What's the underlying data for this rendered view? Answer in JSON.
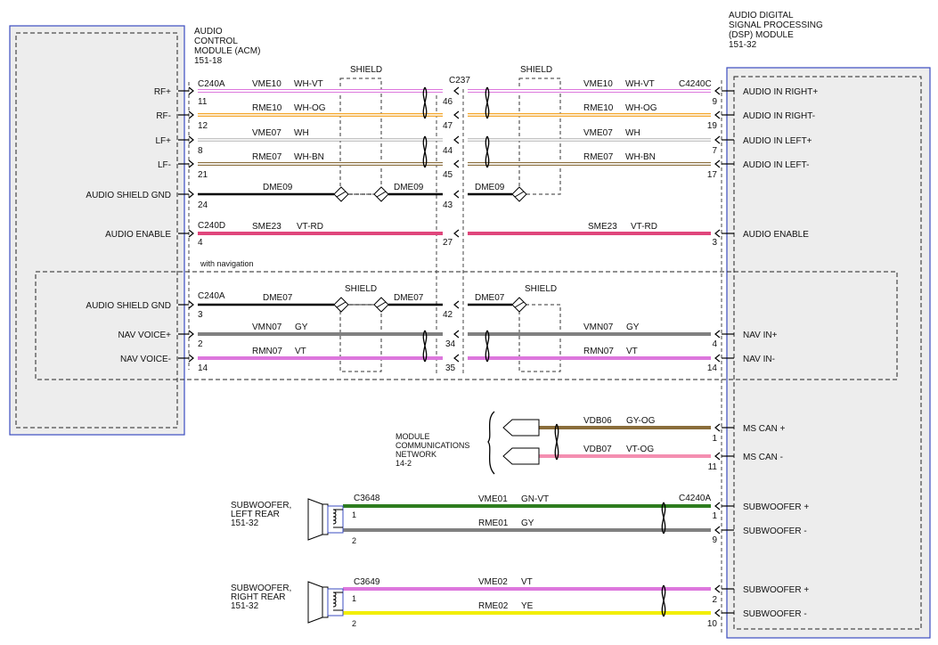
{
  "acm": {
    "title_lines": [
      "AUDIO",
      "CONTROL",
      "MODULE (ACM)",
      "151-18"
    ],
    "pins": {
      "rf_pos": "RF+",
      "rf_neg": "RF-",
      "lf_pos": "LF+",
      "lf_neg": "LF-",
      "shield_gnd": "AUDIO SHIELD GND",
      "enable": "AUDIO ENABLE",
      "shield_gnd_nav": "AUDIO SHIELD GND",
      "nav_pos": "NAV VOICE+",
      "nav_neg": "NAV VOICE-"
    },
    "connectors": {
      "c240a": "C240A",
      "c240d": "C240D",
      "c240a_nav": "C240A"
    },
    "pin_numbers": {
      "rf_pos": "11",
      "rf_neg": "12",
      "lf_pos": "8",
      "lf_neg": "21",
      "shield": "24",
      "enable": "4",
      "shield_nav": "3",
      "nav_pos": "2",
      "nav_neg": "14"
    }
  },
  "dsp": {
    "title_lines": [
      "AUDIO DIGITAL",
      "SIGNAL PROCESSING",
      "(DSP) MODULE",
      "151-32"
    ],
    "pins": {
      "in_right_pos": "AUDIO IN RIGHT+",
      "in_right_neg": "AUDIO IN RIGHT-",
      "in_left_pos": "AUDIO IN LEFT+",
      "in_left_neg": "AUDIO IN LEFT-",
      "enable": "AUDIO ENABLE",
      "nav_pos": "NAV IN+",
      "nav_neg": "NAV IN-",
      "can_pos": "MS CAN +",
      "can_neg": "MS CAN -",
      "sub_l_pos": "SUBWOOFER +",
      "sub_l_neg": "SUBWOOFER -",
      "sub_r_pos": "SUBWOOFER +",
      "sub_r_neg": "SUBWOOFER -"
    },
    "connectors": {
      "c4240c": "C4240C",
      "c4240a": "C4240A"
    },
    "pin_numbers": {
      "in_right_pos": "9",
      "in_right_neg": "19",
      "in_left_pos": "7",
      "in_left_neg": "17",
      "enable": "3",
      "nav_pos": "4",
      "nav_neg": "14",
      "can_pos": "1",
      "can_neg": "11",
      "sub_l_pos": "1",
      "sub_l_neg": "9",
      "sub_r_pos": "2",
      "sub_r_neg": "10"
    }
  },
  "inline": {
    "c237": "C237",
    "pins": {
      "rf_pos": "46",
      "rf_neg": "47",
      "lf_pos": "44",
      "lf_neg": "45",
      "shield": "43",
      "enable": "27",
      "shield_nav": "42",
      "nav_pos": "34",
      "nav_neg": "35"
    }
  },
  "shield_label": "SHIELD",
  "nav_group_label": "with navigation",
  "wires": {
    "rf_pos": {
      "circuit": "VME10",
      "color_code": "WH-VT"
    },
    "rf_neg": {
      "circuit": "RME10",
      "color_code": "WH-OG"
    },
    "lf_pos": {
      "circuit": "VME07",
      "color_code": "WH"
    },
    "lf_neg": {
      "circuit": "RME07",
      "color_code": "WH-BN"
    },
    "shield": {
      "circuit": "DME09"
    },
    "enable": {
      "circuit": "SME23",
      "color_code": "VT-RD"
    },
    "shield_nav": {
      "circuit": "DME07"
    },
    "nav_pos": {
      "circuit": "VMN07",
      "color_code": "GY"
    },
    "nav_neg": {
      "circuit": "RMN07",
      "color_code": "VT"
    },
    "can_pos": {
      "circuit": "VDB06",
      "color_code": "GY-OG"
    },
    "can_neg": {
      "circuit": "VDB07",
      "color_code": "VT-OG"
    },
    "sub_l_pos": {
      "circuit": "VME01",
      "color_code": "GN-VT"
    },
    "sub_l_neg": {
      "circuit": "RME01",
      "color_code": "GY"
    },
    "sub_r_pos": {
      "circuit": "VME02",
      "color_code": "VT"
    },
    "sub_r_neg": {
      "circuit": "RME02",
      "color_code": "YE"
    }
  },
  "network": {
    "label_lines": [
      "MODULE",
      "COMMUNICATIONS",
      "NETWORK",
      "14-2"
    ]
  },
  "sub_left": {
    "label_lines": [
      "SUBWOOFER,",
      "LEFT REAR",
      "151-32"
    ],
    "connector": "C3648",
    "pin_pos": "1",
    "pin_neg": "2"
  },
  "sub_right": {
    "label_lines": [
      "SUBWOOFER,",
      "RIGHT REAR",
      "151-32"
    ],
    "connector": "C3649",
    "pin_pos": "1",
    "pin_neg": "2"
  },
  "colors": {
    "module_border": "#3b4cc0",
    "module_fill": "#ededed",
    "wire_white": "#ffffff",
    "violet": "#dd77dd",
    "orange": "#f4a62a",
    "brown": "#8a6d3b",
    "black": "#000000",
    "red_violet": "#e0467c",
    "gray": "#808080",
    "pink": "#f48fb1",
    "green": "#2e7d1f",
    "yellow": "#f2ee00"
  }
}
